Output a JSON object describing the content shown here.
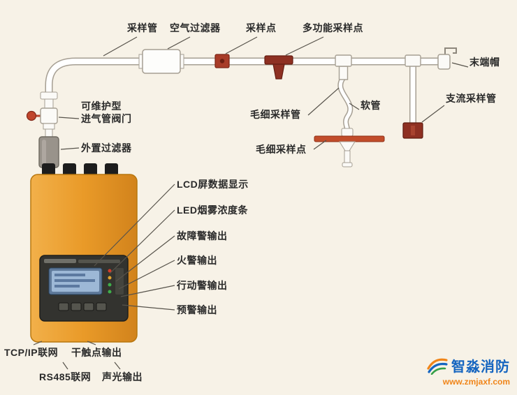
{
  "labels": {
    "sampling_pipe": "采样管",
    "air_filter": "空气过滤器",
    "sampling_point": "采样点",
    "multi_sampling_point": "多功能采样点",
    "end_cap": "末端帽",
    "branch_pipe": "支流采样管",
    "soft_tube": "软管",
    "capillary_tube": "毛细采样管",
    "capillary_point": "毛细采样点",
    "valve_line1": "可维护型",
    "valve_line2": "进气管阀门",
    "external_filter": "外置过滤器",
    "lcd_display": "LCD屏数据显示",
    "led_bar": "LED烟雾浓度条",
    "fault_output": "故障警输出",
    "fire_output": "火警输出",
    "action_output": "行动警输出",
    "prewarn_output": "预警输出",
    "tcpip": "TCP/IP联网",
    "dry_contact": "干触点输出",
    "rs485": "RS485联网",
    "sound_light": "声光输出"
  },
  "logo": {
    "name": "智淼消防",
    "url": "www.zmjaxf.com"
  },
  "colors": {
    "background": "#f7f2e7",
    "pipe_outline": "#a69f93",
    "pipe_fill": "#ffffff",
    "sampling_point_red": "#a83c28",
    "dark_red_fitting": "#8e3022",
    "capillary_bar_red": "#c24d2b",
    "device_orange": "#e99a28",
    "panel_dark": "#33332f",
    "lcd_blue": "#9db8d6",
    "label_text": "#2a2a2a",
    "logo_blue": "#1565c0",
    "logo_orange": "#f08519"
  }
}
